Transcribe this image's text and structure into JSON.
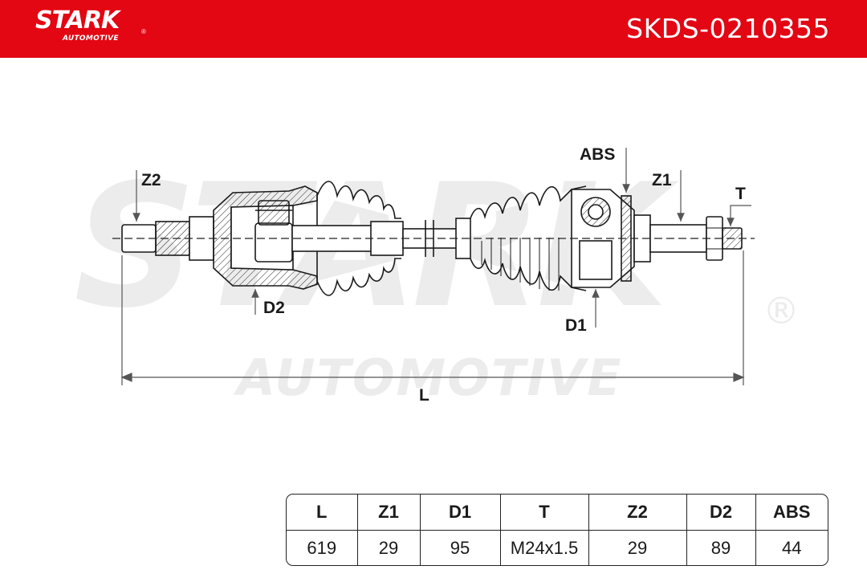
{
  "header": {
    "brand": "STARK",
    "brand_sub": "AUTOMOTIVE",
    "part_number": "SKDS-0210355",
    "background_color": "#e30613"
  },
  "watermark": {
    "main": "STARK",
    "sub": "AUTOMOTIVE",
    "reg": "®"
  },
  "diagram": {
    "labels": {
      "z2": "Z2",
      "d2": "D2",
      "abs": "ABS",
      "z1": "Z1",
      "t": "T",
      "d1": "D1",
      "l": "L"
    }
  },
  "specs": {
    "columns": [
      "L",
      "Z1",
      "D1",
      "T",
      "Z2",
      "D2",
      "ABS"
    ],
    "values": [
      "619",
      "29",
      "95",
      "M24x1.5",
      "29",
      "89",
      "44"
    ]
  }
}
